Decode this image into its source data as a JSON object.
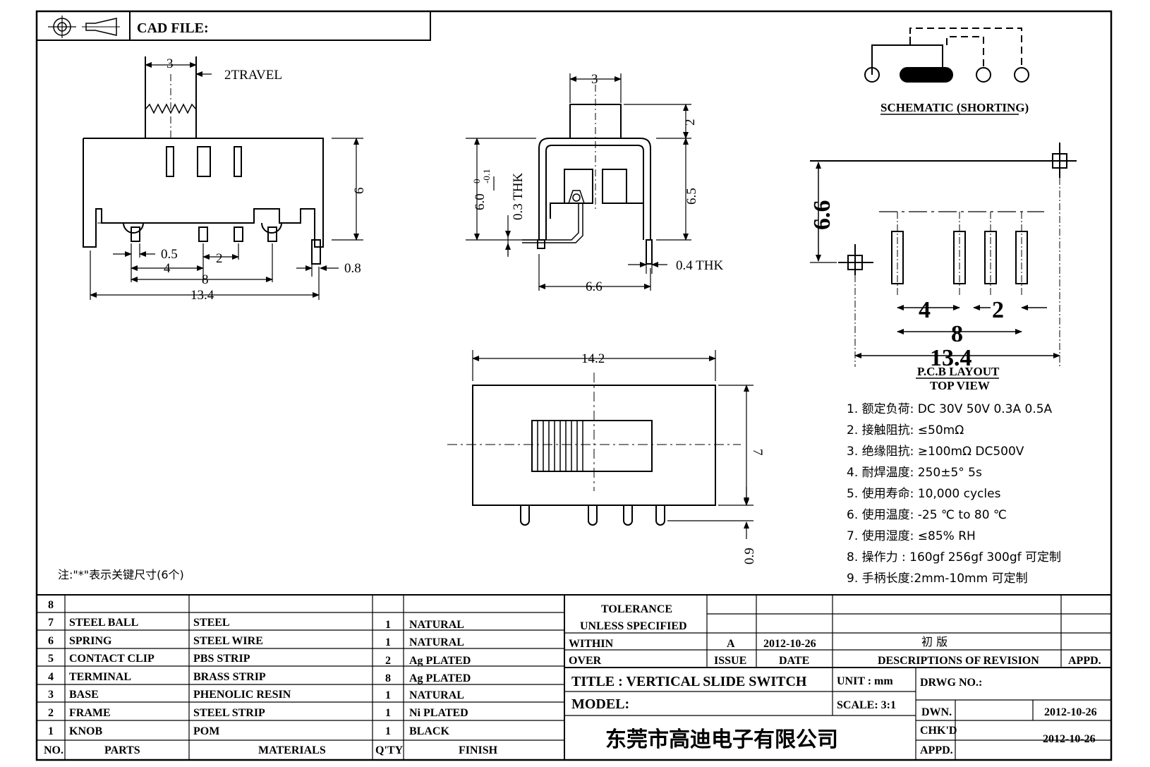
{
  "header": {
    "cad_file_label": "CAD FILE:"
  },
  "side_view": {
    "dim_top": "3",
    "travel": "2TRAVEL",
    "height": "6",
    "pin_width": "0.5",
    "pitch_small": "2",
    "pitch_4": "4",
    "pitch_8": "8",
    "total_width": "13.4",
    "right_offset": "0.8"
  },
  "front_view": {
    "dim_top": "3",
    "knob_height": "2",
    "height_label_main": "6.0",
    "height_tol_upper": "0",
    "height_tol_lower": "-0.1",
    "thk_03": "0.3 THK",
    "height_65": "6.5",
    "thk_04": "0.4 THK",
    "width": "6.6"
  },
  "bottom_view": {
    "length": "14.2",
    "width": "7",
    "pin_length": "0.9"
  },
  "schematic": {
    "label": "SCHEMATIC (SHORTING)"
  },
  "pcb": {
    "dim_66": "6.6",
    "dim_4": "4",
    "dim_2": "2",
    "dim_8": "8",
    "dim_134": "13.4",
    "label_1": "P.C.B LAYOUT",
    "label_2": "TOP VIEW"
  },
  "specs": [
    "1.  额定负荷: DC 30V    50V    0.3A    0.5A",
    "2.  接触阻抗: ≤50mΩ",
    "3.  绝缘阻抗: ≥100mΩ  DC500V",
    "4.  耐焊温度: 250±5°  5s",
    "5.  使用寿命: 10,000 cycles",
    "6.  使用温度: -25  ℃  to 80  ℃",
    "7.  使用湿度: ≤85% RH",
    "8.  操作力 : 160gf    256gf    300gf  可定制",
    "9.  手柄长度:2mm-10mm  可定制"
  ],
  "note": "注:\"*\"表示关键尺寸(6个)",
  "parts_table": {
    "headers": {
      "no": "NO.",
      "parts": "PARTS",
      "materials": "MATERIALS",
      "qty": "Q'TY",
      "finish": "FINISH"
    },
    "rows": [
      {
        "no": "8",
        "part": "",
        "material": "",
        "qty": "",
        "finish": ""
      },
      {
        "no": "7",
        "part": "STEEL BALL",
        "material": "STEEL",
        "qty": "1",
        "finish": "NATURAL"
      },
      {
        "no": "6",
        "part": "SPRING",
        "material": "STEEL WIRE",
        "qty": "1",
        "finish": "NATURAL"
      },
      {
        "no": "5",
        "part": "CONTACT CLIP",
        "material": "PBS STRIP",
        "qty": "2",
        "finish": "Ag PLATED"
      },
      {
        "no": "4",
        "part": "TERMINAL",
        "material": "BRASS STRIP",
        "qty": "8",
        "finish": "Ag PLATED"
      },
      {
        "no": "3",
        "part": "BASE",
        "material": "PHENOLIC RESIN",
        "qty": "1",
        "finish": "NATURAL"
      },
      {
        "no": "2",
        "part": "FRAME",
        "material": "STEEL STRIP",
        "qty": "1",
        "finish": "Ni PLATED"
      },
      {
        "no": "1",
        "part": "KNOB",
        "material": "POM",
        "qty": "1",
        "finish": "BLACK"
      }
    ]
  },
  "title_block": {
    "tolerance_1": "TOLERANCE",
    "tolerance_2": "UNLESS   SPECIFIED",
    "within": "WITHIN",
    "over": "OVER",
    "rev_letter": "A",
    "rev_date": "2012-10-26",
    "rev_desc": "初   版",
    "issue": "ISSUE",
    "date": "DATE",
    "descriptions": "DESCRIPTIONS OF REVISION",
    "appd": "APPD.",
    "title": "TITLE :   VERTICAL SLIDE SWITCH",
    "unit": "UNIT :  mm",
    "drwg_no": "DRWG NO.:",
    "model": "MODEL:",
    "scale": "SCALE:  3:1",
    "dwn": "DWN.",
    "dwn_date": "2012-10-26",
    "chkd": "CHK'D",
    "chkd_date": "2012-10-26",
    "appd2": "APPD.",
    "company": "东莞市高迪电子有限公司"
  }
}
